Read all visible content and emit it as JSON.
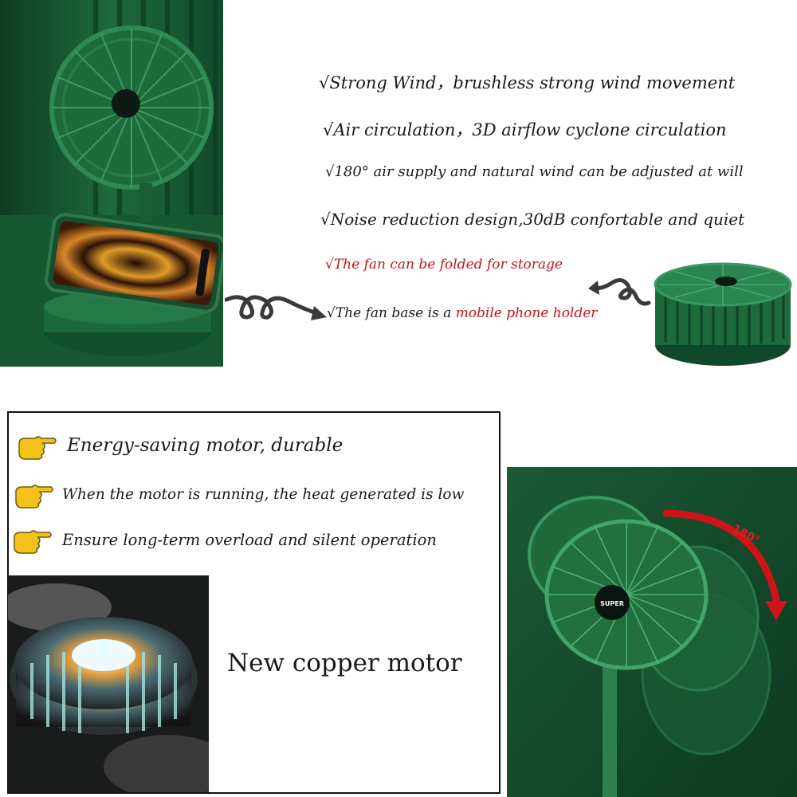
{
  "features": {
    "line1": "√Strong Wind，brushless strong wind movement",
    "line2": "√Air circulation，3D airflow cyclone circulation",
    "line3": "√180° air supply and natural wind can be adjusted at will",
    "line4": "√Noise reduction design,30dB confortable and quiet",
    "line5": "√The fan can be folded for storage",
    "line6_prefix": "√The fan base is a ",
    "line6_highlight": "mobile phone holder"
  },
  "motor": {
    "bullet1": "Energy-saving motor, durable",
    "bullet2": "When the motor is running, the heat generated is low",
    "bullet3": "Ensure long-term overload and silent operation",
    "caption": "New copper motor"
  },
  "product": {
    "brand_label": "SUPER",
    "rotation_label": "180°"
  },
  "colors": {
    "accent_red": "#c0151a",
    "fan_green": "#1f5e3a"
  }
}
